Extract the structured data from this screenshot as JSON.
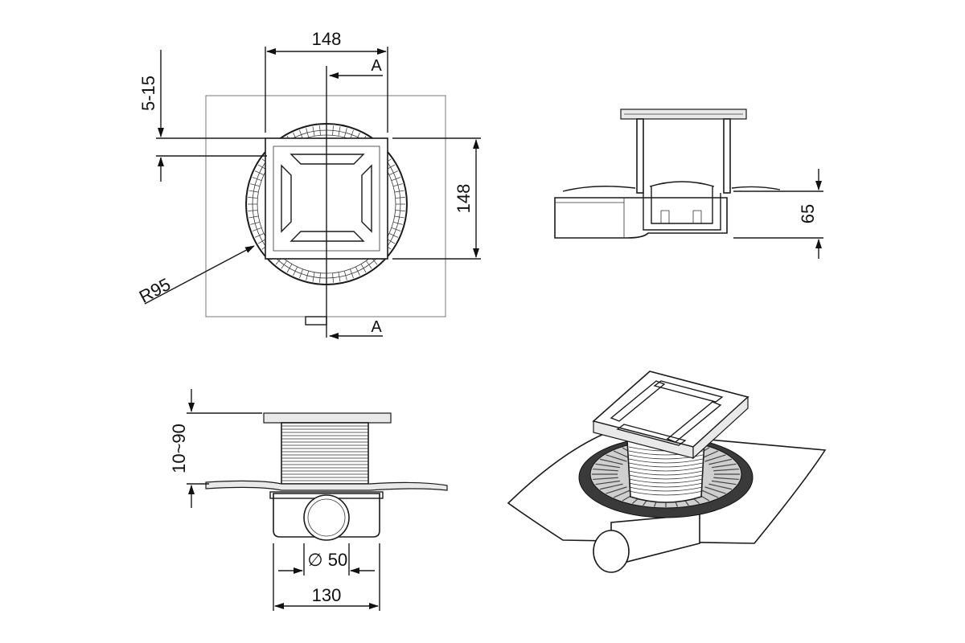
{
  "top_view": {
    "width_dim": "148",
    "height_dim": "148",
    "adjust_dim": "5-15",
    "radius_dim": "R95",
    "section_label_top": "A",
    "section_label_bottom": "A"
  },
  "section_view": {
    "height_dim": "65"
  },
  "side_view": {
    "height_range_dim": "10~90",
    "outlet_dim": "50",
    "diameter_symbol": "∅",
    "width_dim": "130"
  }
}
